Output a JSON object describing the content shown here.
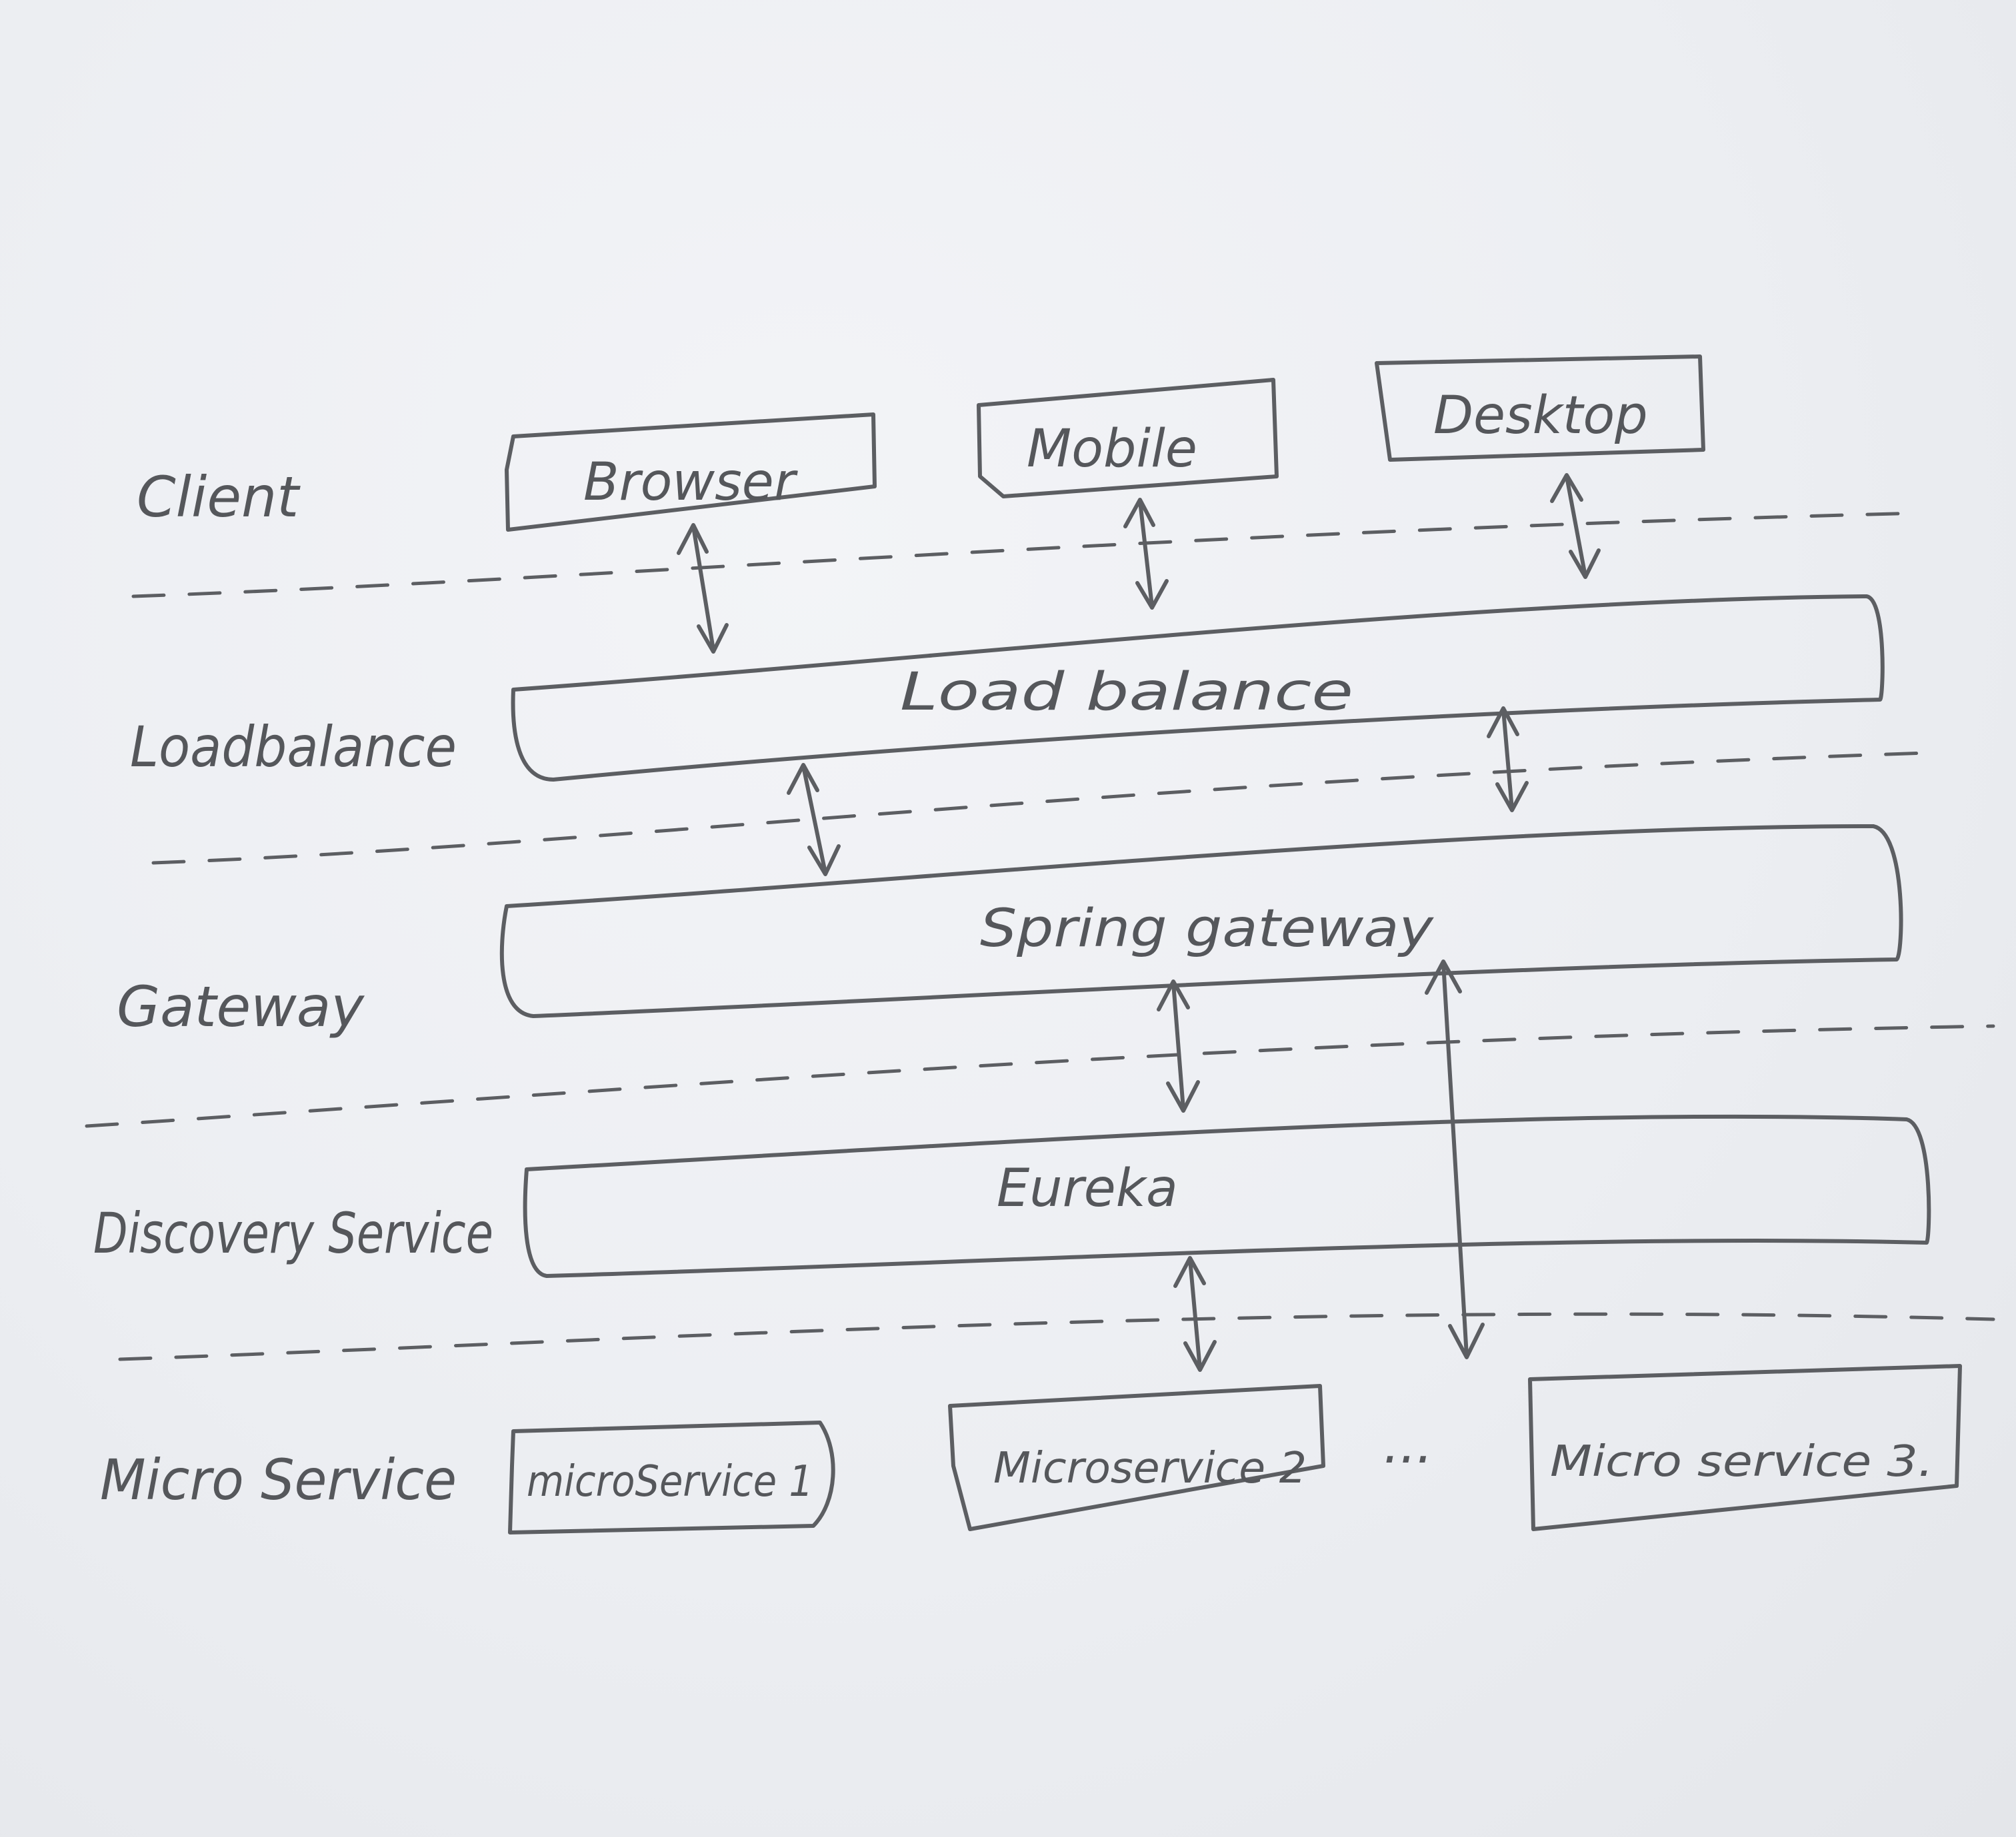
{
  "layers": {
    "client": "Client",
    "loadbalance": "Loadbalance",
    "gateway": "Gateway",
    "discovery": "Discovery Service",
    "microservice": "Micro Service"
  },
  "clients": {
    "browser": "Browser",
    "mobile": "Mobile",
    "desktop": "Desktop"
  },
  "components": {
    "load_balance": "Load balance",
    "spring_gateway": "Spring gateway",
    "eureka": "Eureka"
  },
  "services": {
    "ms1": "microService 1",
    "ms2": "Microservice 2",
    "ellipsis": "...",
    "ms3": "Micro service 3."
  },
  "ink_color": "#5c5e62",
  "paper_color": "#eceef2"
}
